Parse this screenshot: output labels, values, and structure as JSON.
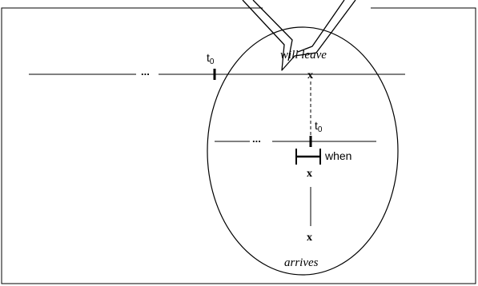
{
  "labels": {
    "will_leave": "will leave",
    "arrives": "arrives",
    "when": "when",
    "t_base": "t",
    "t_sub": "0",
    "ellipsis": "...",
    "event_marker": "x"
  },
  "colors": {
    "stroke": "#000000",
    "background": "#ffffff"
  }
}
